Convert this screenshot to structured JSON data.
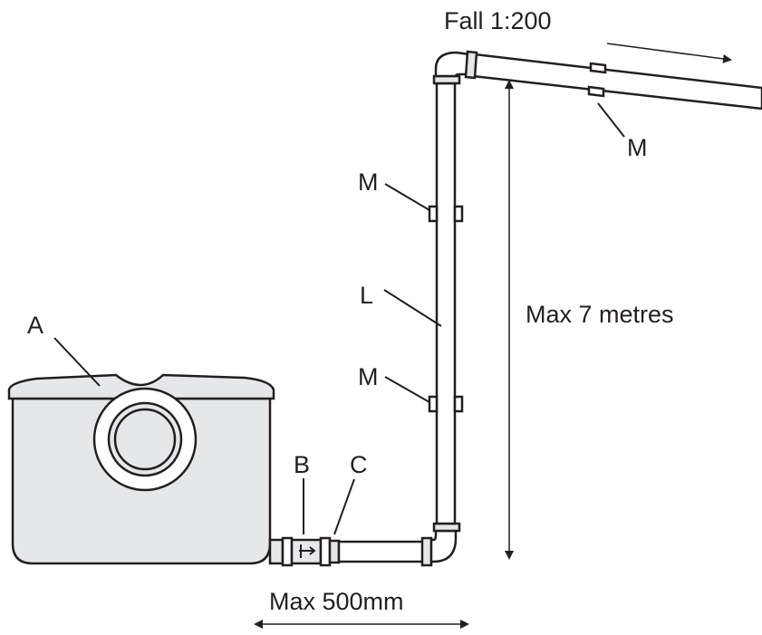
{
  "labels": {
    "fall": "Fall 1:200",
    "max_height": "Max 7 metres",
    "max_length": "Max 500mm",
    "unit_a": "A",
    "valve_b": "B",
    "connector_c": "C",
    "pipe_l": "L",
    "clip_m_top": "M",
    "clip_m_mid": "M",
    "clip_m_low": "M"
  },
  "colors": {
    "line": "#231f20",
    "unit_fill": "#e6e7e8",
    "background": "#ffffff"
  }
}
